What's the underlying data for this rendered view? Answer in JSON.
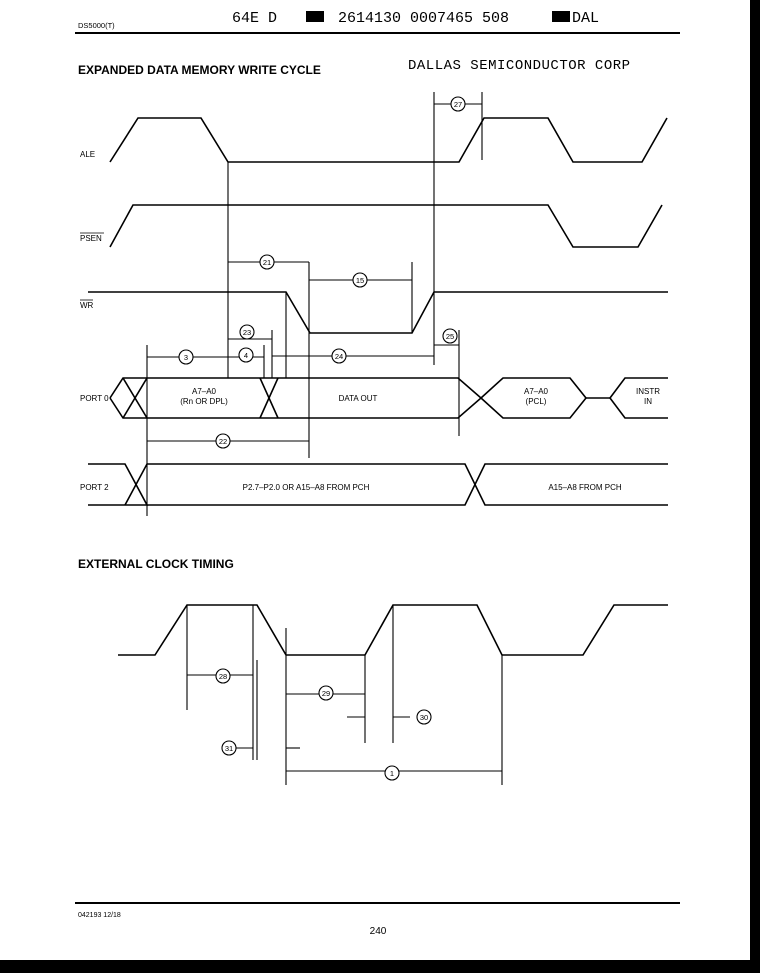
{
  "header": {
    "doc_code": "DS5000(T)",
    "scan_code": "64E D",
    "scan_number": "2614130 0007465 508",
    "scan_suffix": "DAL",
    "company": "DALLAS SEMICONDUCTOR CORP"
  },
  "write_cycle": {
    "title": "EXPANDED DATA MEMORY WRITE CYCLE",
    "signals": {
      "ale": "ALE",
      "psen": "PSEN",
      "wr": "WR",
      "port0": "PORT 0",
      "port2": "PORT 2"
    },
    "bus_text": {
      "p0_addr_1": "A7–A0",
      "p0_addr_2": "(Rn OR DPL)",
      "p0_data": "DATA OUT",
      "p0_pcl_1": "A7–A0",
      "p0_pcl_2": "(PCL)",
      "p0_instr_1": "INSTR",
      "p0_instr_2": "IN",
      "p2_addr": "P2.7–P2.0 OR A15–A8 FROM PCH",
      "p2_pch": "A15–A8 FROM PCH"
    },
    "markers": {
      "m27": "27",
      "m21": "21",
      "m15": "15",
      "m23": "23",
      "m25": "25",
      "m3": "3",
      "m4": "4",
      "m24": "24",
      "m22": "22"
    }
  },
  "clock": {
    "title": "EXTERNAL CLOCK TIMING",
    "markers": {
      "m28": "28",
      "m29": "29",
      "m30": "30",
      "m31": "31",
      "m1": "1"
    }
  },
  "footer": {
    "code": "042193 12/18",
    "page": "240"
  }
}
